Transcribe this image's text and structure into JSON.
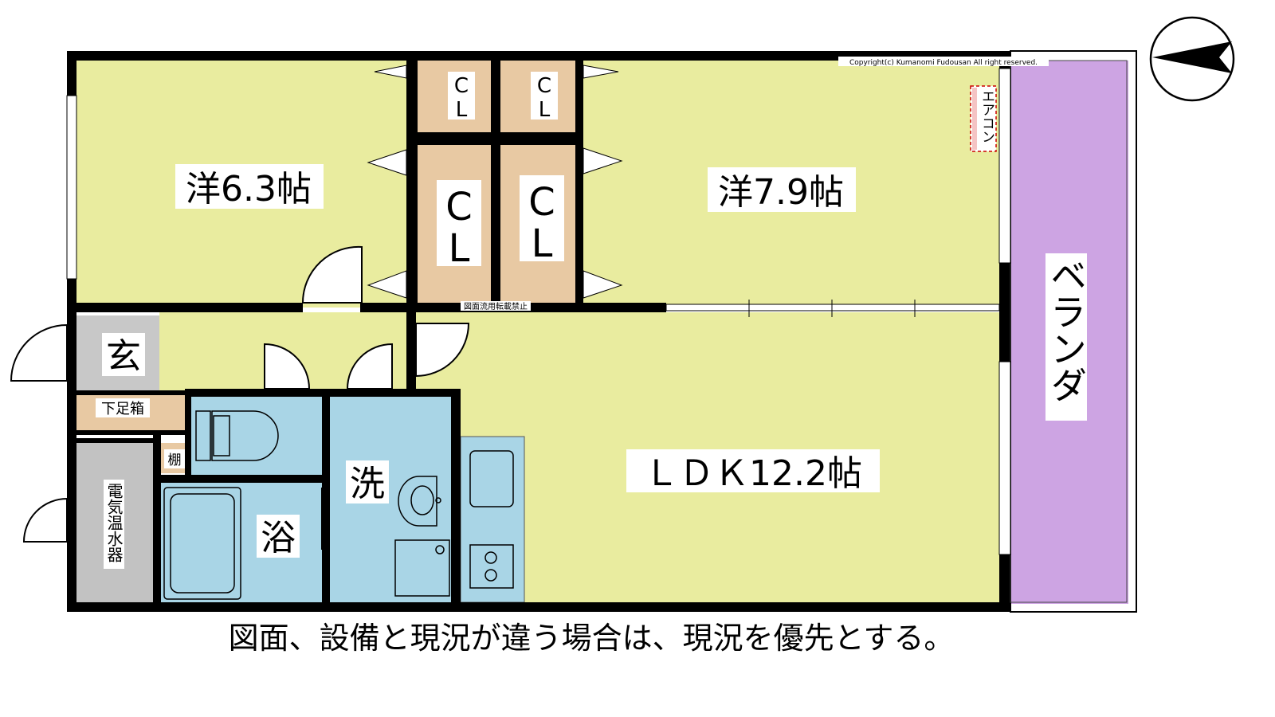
{
  "colors": {
    "wall": "#000000",
    "room_yellow": "#e9ec9f",
    "closet": "#e8c9a3",
    "wet_blue": "#a9d5e6",
    "veranda": "#cda4e3",
    "heater_gray": "#c2c2c2",
    "entrance_gray": "#c8c8c8",
    "aircon_pink": "#f4c4c4",
    "label_bg": "#ffffff"
  },
  "copyright": "Copyright(c) Kumanomi Fudousan All right reserved.",
  "no_reuse": "図面流用転載禁止",
  "rooms": {
    "western_left": "洋6.3帖",
    "western_right": "洋7.9帖",
    "ldk": "ＬＤＫ12.2帖",
    "entrance": "玄",
    "shoe_box": "下足箱",
    "shelf": "棚",
    "water_heater": "電気温水器",
    "bath": "浴",
    "washroom": "洗",
    "veranda": "ベランダ",
    "aircon": "エアコン"
  },
  "closets": {
    "cl_small_1_c": "C",
    "cl_small_1_l": "L",
    "cl_small_2_c": "C",
    "cl_small_2_l": "L",
    "cl_big_1_c": "C",
    "cl_big_1_l": "L",
    "cl_big_2_c": "C",
    "cl_big_2_l": "L"
  },
  "disclaimer": "図面、設備と現況が違う場合は、現況を優先とする。",
  "compass_icon": "north-arrow-icon"
}
